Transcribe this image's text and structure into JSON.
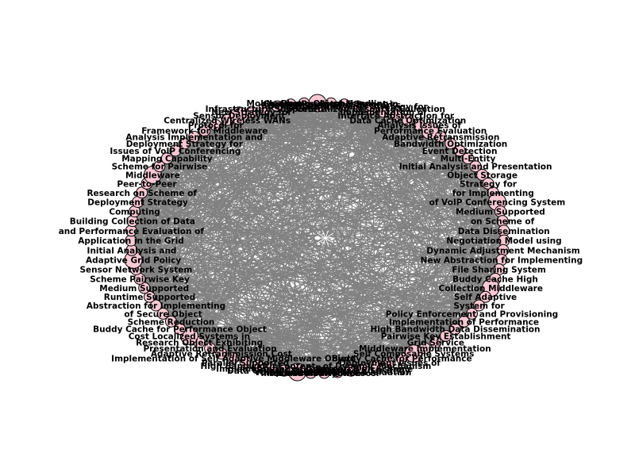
{
  "diagram": {
    "type": "network-graph",
    "layout": "circular",
    "colors": {
      "edge": "#808080",
      "node_fill": "#f8c8d4",
      "node_stroke": "#000000",
      "label": "#000000",
      "background": "#ffffff"
    },
    "labels": [
      "Mobile Phone Object Handling",
      "Connection Establishment in",
      "Personal Area Networks",
      "Sensor Networks Strategy for",
      "Centralized Resource Collection",
      "Implementation of",
      "Interface Abstraction for",
      "Data Cache Optimization",
      "Analysis Issues of",
      "Performance Evaluation",
      "Adaptive Retransmission",
      "Bandwidth Optimization",
      "Event Detection",
      "Multi-Entity",
      "Initial Analysis and Presentation",
      "Object Storage",
      "Strategy for",
      "for Implementing",
      "of VoIP Conferencing System",
      "Medium Supported",
      "on Scheme of",
      "Data Dissemination",
      "Negotiation Model using",
      "Dynamic Adjustment Mechanism",
      "New Abstraction for Implementing",
      "File Sharing System",
      "Buddy Cache High",
      "Collection Middleware",
      "Self Adaptive",
      "System for",
      "Policy Enforcement and Provisioning",
      "Implementation of Performance",
      "High Bandwidth Data Dissemination",
      "Pairwise Key Establishment",
      "Grid Service",
      "Middleware Implementation",
      "Self Composable Systems",
      "Buddy Cache for Performance",
      "Deployment Issues of",
      "of Dynamic Mechanism",
      "Research on Scheme",
      "Sensor Network Strategy",
      "Implementation and Evaluation",
      "Accountability Protocol",
      "Interface Abstraction",
      "VoIP Conferencing",
      "Data Grid for Data Grids",
      "Implementation of Grid",
      "High Bandwidth Content",
      "Parallel Supported",
      "Implementation of Self Adaptive Middleware Object",
      "Adaptive Retransmission Cost",
      "Presentation and Evaluation",
      "Research Object Exhibiting",
      "Cost Localized Systems in",
      "Buddy Cache for Performance Object",
      "Scheme Reduction",
      "of Secure Object",
      "Abstraction for Implementing",
      "Runtime Supported",
      "Medium Supported",
      "Scheme Pairwise Key",
      "Sensor Network System",
      "Adaptive Grid Policy",
      "Initial Analysis and",
      "Application in the Grid",
      "and Performance Evaluation of",
      "Building Collection of Data",
      "Computing",
      "Deployment Strategy",
      "Research on Scheme of",
      "Peer-to-Peer",
      "Middleware",
      "Scheme for Pairwise",
      "Mapping Capability",
      "Issues of VoIP Conferencing",
      "Deployment Strategy for",
      "Analysis Implementation and",
      "Framework for Middleware",
      "Protocol for",
      "Centralized Wireless WANs",
      "Sensor Deployment",
      "New Strategy for",
      "Infrastructure Supported",
      "Ad-hoc",
      "Real-time",
      "System Research"
    ]
  }
}
